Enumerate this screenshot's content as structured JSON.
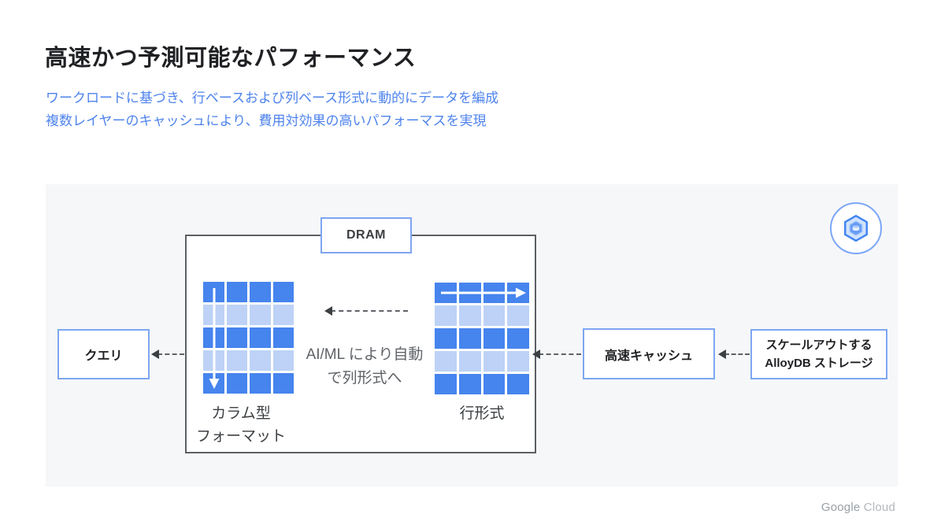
{
  "slide": {
    "title": "高速かつ予測可能なパフォーマンス",
    "subtitle": {
      "line1": "ワークロードに基づき、行ベースおよび列ベース形式に動的にデータを編成",
      "line2": "複数レイヤーのキャッシュにより、費用対効果の高いパフォーマスを実現"
    },
    "footer": {
      "brand_primary": "Google",
      "brand_secondary": "Cloud"
    }
  },
  "diagram": {
    "dram": {
      "label": "DRAM"
    },
    "query_box": {
      "label": "クエリ"
    },
    "cache_box": {
      "label": "高速キャッシュ"
    },
    "storage_box": {
      "line1": "スケールアウトする",
      "line2": "AlloyDB ストレージ"
    },
    "columnar_grid": {
      "label_line1": "カラム型",
      "label_line2": "フォーマット",
      "scan_direction": "down"
    },
    "row_grid": {
      "label": "行形式",
      "scan_direction": "right"
    },
    "conversion_note": {
      "line1": "AI/ML により自動",
      "line2": "で列形式へ"
    },
    "icons": {
      "alloydb_badge": "alloydb-hexagon-icon",
      "columnar_scan": "down-arrow-icon",
      "row_scan": "right-arrow-icon"
    },
    "grid_spec": {
      "columns": 4,
      "rows": 5,
      "row_pattern": [
        "dark",
        "light",
        "dark",
        "light",
        "dark"
      ]
    },
    "colors": {
      "cell_dark": "#4684ee",
      "cell_light": "#bdd2f6",
      "box_border": "#7ea6f2",
      "subtitle_text": "#4e83ec",
      "panel_bg": "#f6f7f9",
      "container_border": "#5c5f63",
      "arrow": "#5f6368",
      "icon_blue": "#4285f4"
    }
  }
}
